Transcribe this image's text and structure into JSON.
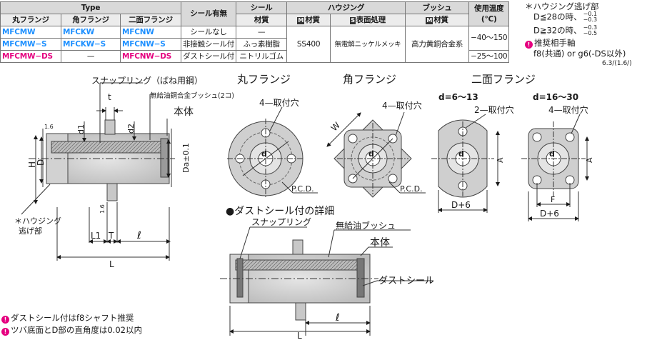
{
  "table": {
    "header": {
      "type": "Type",
      "round_flange": "丸フランジ",
      "square_flange": "角フランジ",
      "two_side_flange": "二面フランジ",
      "seal": "シール有無",
      "seal_group": "シール",
      "seal_material": "材質",
      "housing_group": "ハウジング",
      "housing_material": "材質",
      "housing_surface": "表面処理",
      "bushing_group": "ブッシュ",
      "bushing_material": "材質",
      "temperature": "使用温度",
      "temperature_unit": "(℃)",
      "m_mark": "M",
      "s_mark": "S"
    },
    "rows": [
      {
        "round": "MFCMW",
        "square": "MFCKW",
        "two": "MFCNW",
        "seal": "シールなし",
        "seal_mat": "—"
      },
      {
        "round": "MFCMW−S",
        "square": "MFCKW−S",
        "two": "MFCNW−S",
        "seal": "非接触シール付",
        "seal_mat": "ふっ素樹脂"
      },
      {
        "round": "MFCMW−DS",
        "square": "—",
        "two": "MFCNW−DS",
        "seal": "ダストシール付",
        "seal_mat": "ニトリルゴム"
      }
    ],
    "housing_material": "SS400",
    "housing_surface": "無電解ニッケルメッキ",
    "bushing_material": "高力黄銅合金系",
    "temp_normal": "−40〜150",
    "temp_ds": "−25〜100"
  },
  "notes": {
    "housing_relief": "＊ハウジング逃げ部",
    "d28": "D≦28の時、",
    "d28_tol": [
      "−0.1",
      "−0.3"
    ],
    "d32": "D≧32の時、",
    "d32_tol": [
      "−0.3",
      "−0.5"
    ],
    "shaft": "推奨相手軸",
    "shaft_detail": "f8(共通) or g6(-DS以外)",
    "roughness": "6.3/(1.6/)"
  },
  "footnotes": [
    "ダストシール付はf8シャフト推奨",
    "ツバ底面とD部の直角度は0.02以内"
  ],
  "labels": {
    "snap_ring_spring": "スナップリング（ばね用鋼）",
    "bushing_two": "無給油銅合金ブッシュ(2コ)",
    "body": "本体",
    "t": "t",
    "d1": "d1",
    "d2": "d2",
    "H": "H",
    "D": "D",
    "Da": "Da±0.1",
    "r16": "1.6",
    "relief": "＊ハウジング",
    "relief2": "逃げ部",
    "L1": "L1",
    "T": "T",
    "ell": "ℓ",
    "L": "L",
    "round_title": "丸フランジ",
    "square_title": "角フランジ",
    "two_title": "二面フランジ",
    "holes4": "4—取付穴",
    "holes4b": "4—取付穴",
    "holes2": "2—取付穴",
    "holes4c": "4—取付穴",
    "pcd": "P.C.D.",
    "pcd2": "P.C.D.",
    "W": "W",
    "d6_13": "d=6〜13",
    "d16_30": "d=16〜30",
    "A": "A",
    "A2": "A",
    "Dp6": "D+6",
    "F": "F",
    "Dp6b": "D+6",
    "dust_title": "●ダストシール付の詳細",
    "snap_ring": "スナップリング",
    "oilless": "無給油ブッシュ",
    "body2": "本体",
    "dust_seal": "ダストシール",
    "ell2": "ℓ",
    "L2": "L",
    "dmark": "d"
  }
}
